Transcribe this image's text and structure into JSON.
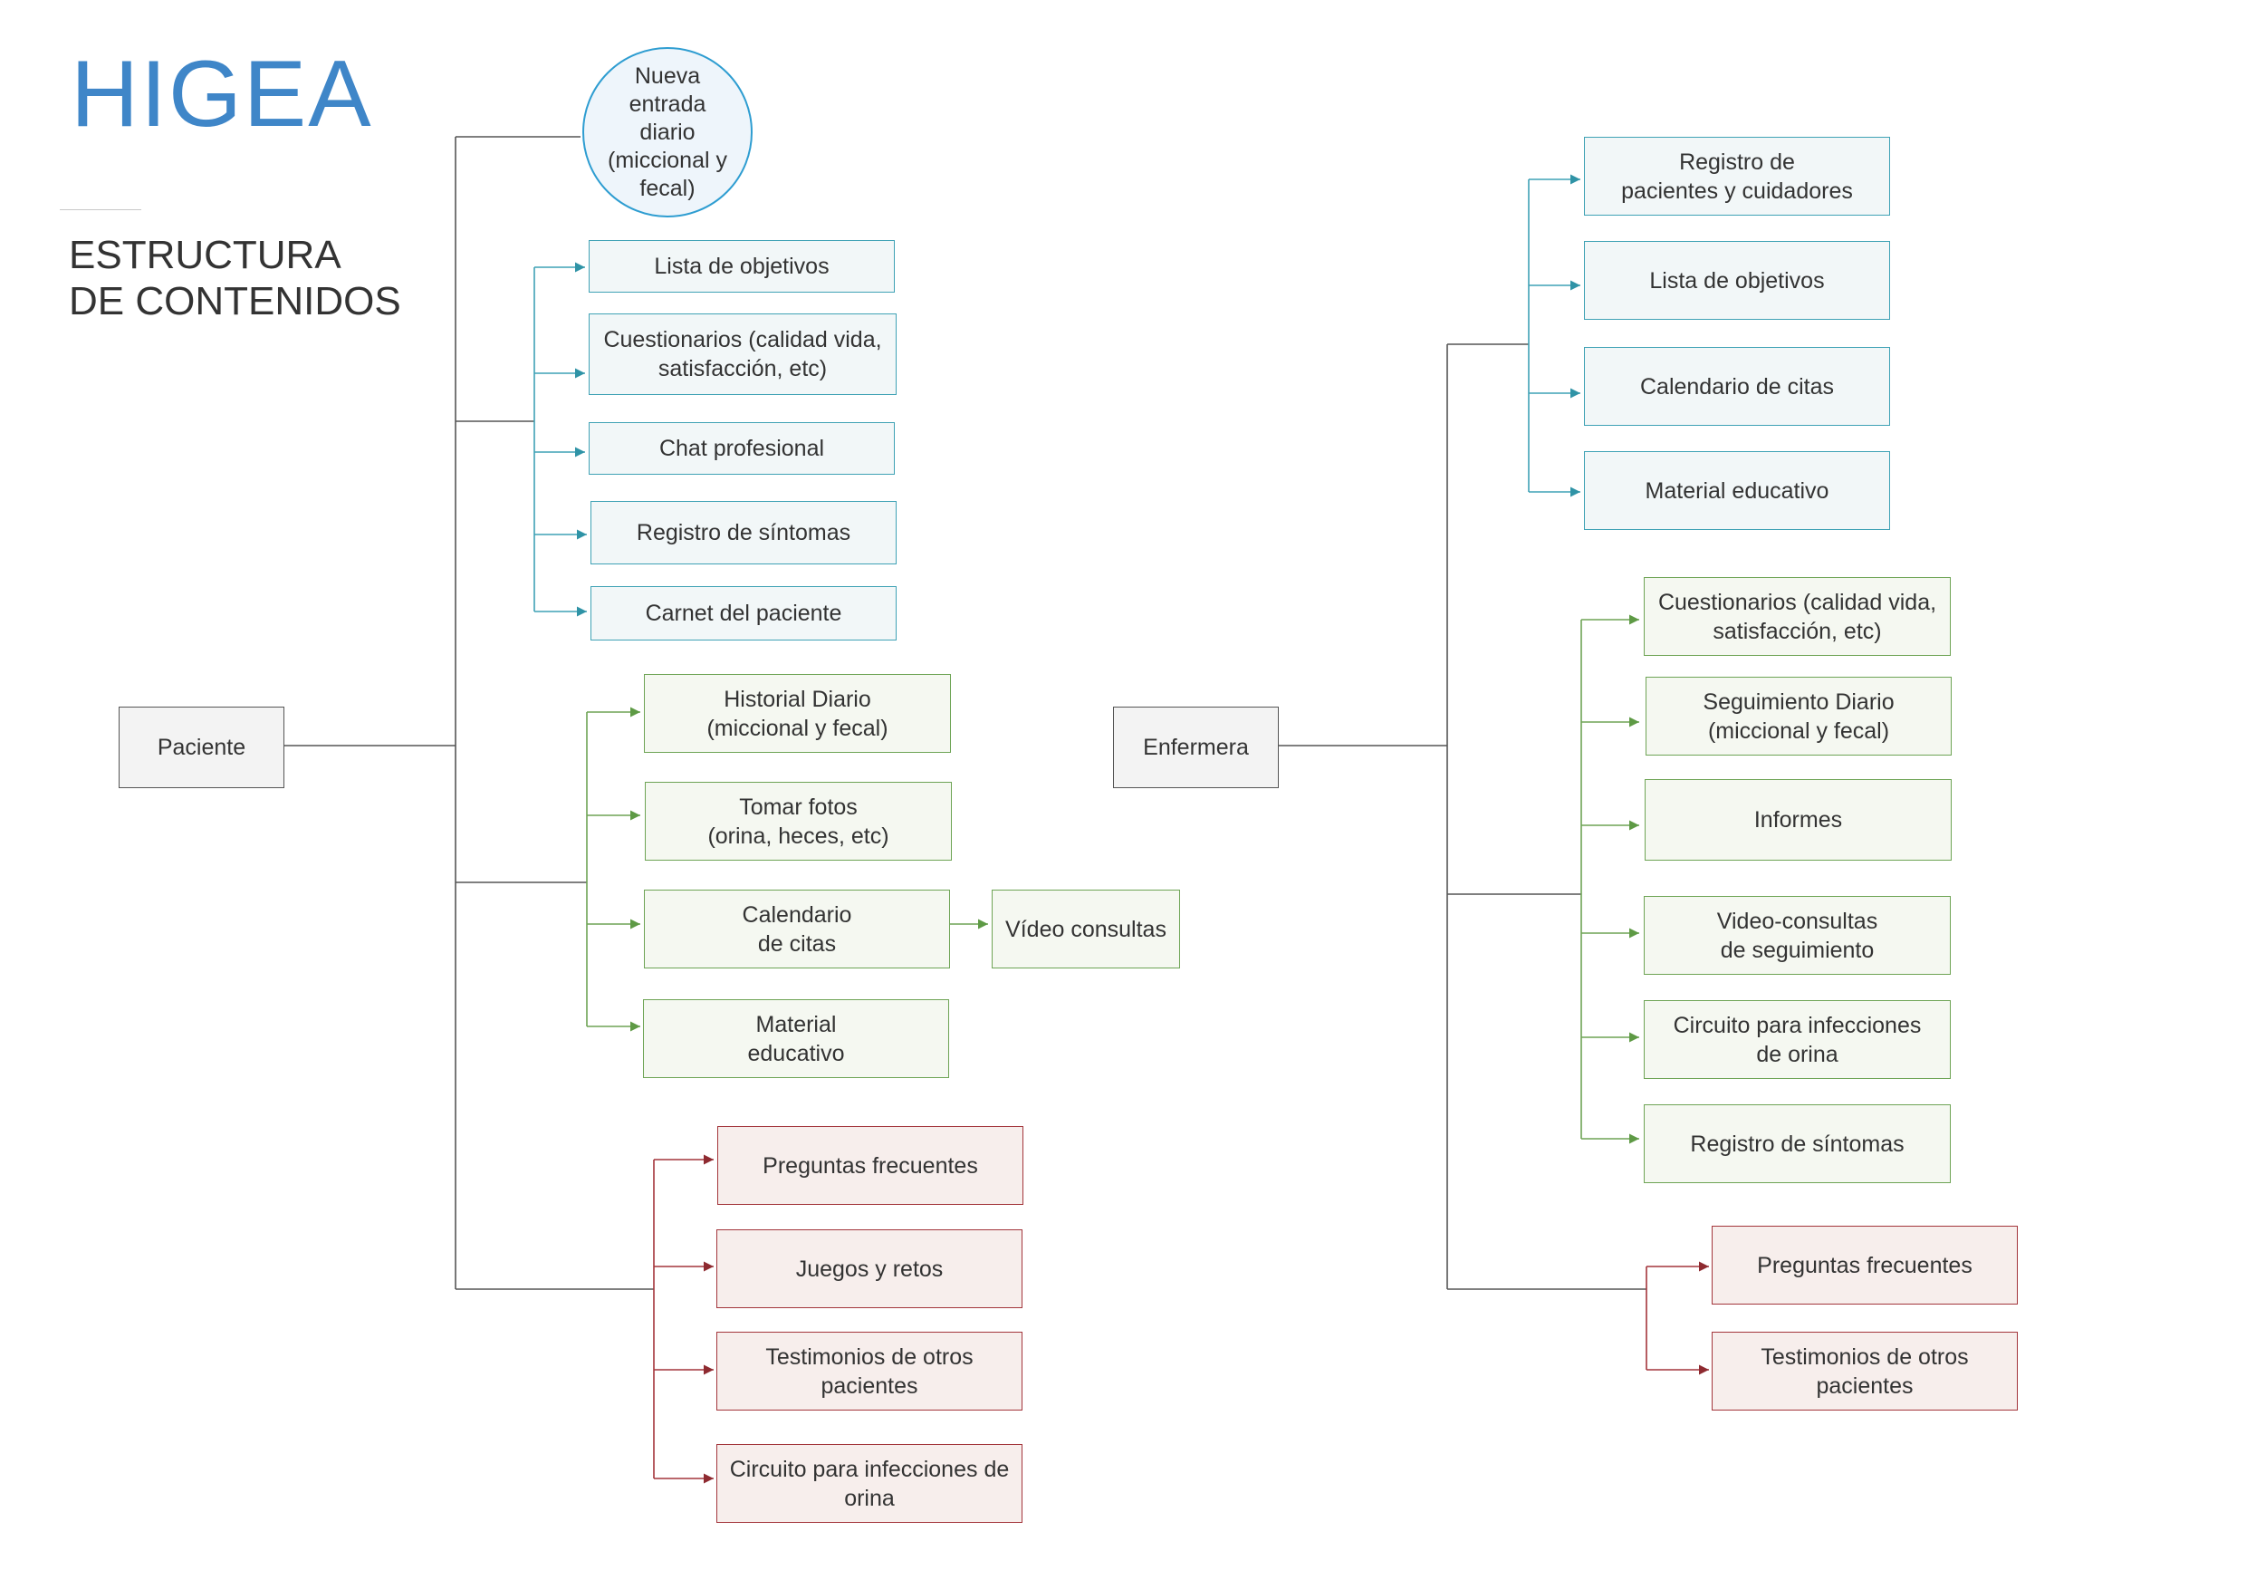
{
  "title": "HIGEA",
  "subtitle": [
    "ESTRUCTURA",
    "DE CONTENIDOS"
  ],
  "colors": {
    "title": "#3f86c8",
    "blue": "#3fa2b5",
    "green": "#6ea455",
    "red": "#a3353b",
    "root": "#555555",
    "circle": "#2e9dd1"
  },
  "paciente": {
    "root": [
      "Paciente"
    ],
    "nueva_entrada": [
      "Nueva",
      "entrada",
      "diario",
      "(miccional y",
      "fecal)"
    ],
    "blue": [
      [
        "Lista de objetivos"
      ],
      [
        "Cuestionarios (calidad vida,",
        "satisfacción, etc)"
      ],
      [
        "Chat profesional"
      ],
      [
        "Registro de síntomas"
      ],
      [
        "Carnet del paciente"
      ]
    ],
    "green": [
      [
        "Historial Diario",
        "(miccional y fecal)"
      ],
      [
        "Tomar fotos",
        "(orina, heces, etc)"
      ],
      [
        "Calendario",
        "de citas"
      ],
      [
        "Material",
        "educativo"
      ]
    ],
    "video": [
      "Vídeo consultas"
    ],
    "red": [
      [
        "Preguntas frecuentes"
      ],
      [
        "Juegos y retos"
      ],
      [
        "Testimonios de otros",
        "pacientes"
      ],
      [
        "Circuito para infecciones de",
        "orina"
      ]
    ]
  },
  "enfermera": {
    "root": [
      "Enfermera"
    ],
    "blue": [
      [
        "Registro de",
        "pacientes y cuidadores"
      ],
      [
        "Lista de objetivos"
      ],
      [
        "Calendario de citas"
      ],
      [
        "Material educativo"
      ]
    ],
    "green": [
      [
        "Cuestionarios (calidad vida,",
        "satisfacción, etc)"
      ],
      [
        "Seguimiento Diario",
        "(miccional y fecal)"
      ],
      [
        "Informes"
      ],
      [
        "Video-consultas",
        "de seguimiento"
      ],
      [
        "Circuito para infecciones",
        "de orina"
      ],
      [
        "Registro de síntomas"
      ]
    ],
    "red": [
      [
        "Preguntas frecuentes"
      ],
      [
        "Testimonios de otros",
        "pacientes"
      ]
    ]
  }
}
